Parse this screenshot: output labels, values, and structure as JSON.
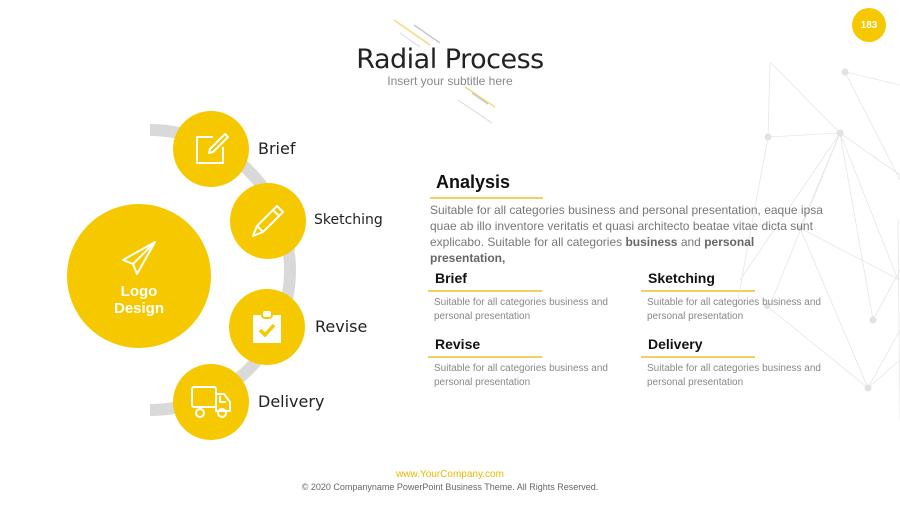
{
  "slide": {
    "page_number": "183",
    "title": "Radial Process",
    "subtitle": "Insert your subtitle here",
    "accent_color": "#f5c800",
    "arc_color": "#d9d9d9"
  },
  "radial": {
    "center": {
      "line1": "Logo",
      "line2": "Design",
      "icon": "paper-plane-icon"
    },
    "steps": [
      {
        "label": "Brief",
        "icon": "edit-note-icon"
      },
      {
        "label": "Sketching",
        "icon": "pencil-icon"
      },
      {
        "label": "Revise",
        "icon": "clipboard-check-icon"
      },
      {
        "label": "Delivery",
        "icon": "truck-icon"
      }
    ]
  },
  "analysis": {
    "heading": "Analysis",
    "text_plain": "Suitable for all categories business and personal presentation, eaque ipsa quae ab illo inventore veritatis et quasi architecto beatae vitae dicta sunt explicabo. Suitable for all categories ",
    "bold1": "business",
    "mid": " and ",
    "bold2": "personal presentation,"
  },
  "cards": [
    {
      "title": "Brief",
      "text": "Suitable for all categories business and personal presentation"
    },
    {
      "title": "Sketching",
      "text": "Suitable for all categories business and personal presentation"
    },
    {
      "title": "Revise",
      "text": "Suitable for all categories business and personal presentation"
    },
    {
      "title": "Delivery",
      "text": "Suitable for all categories business and personal presentation"
    }
  ],
  "footer": {
    "url": "www.YourCompany.com",
    "copyright": "© 2020 Companyname PowerPoint Business Theme. All Rights Reserved."
  }
}
